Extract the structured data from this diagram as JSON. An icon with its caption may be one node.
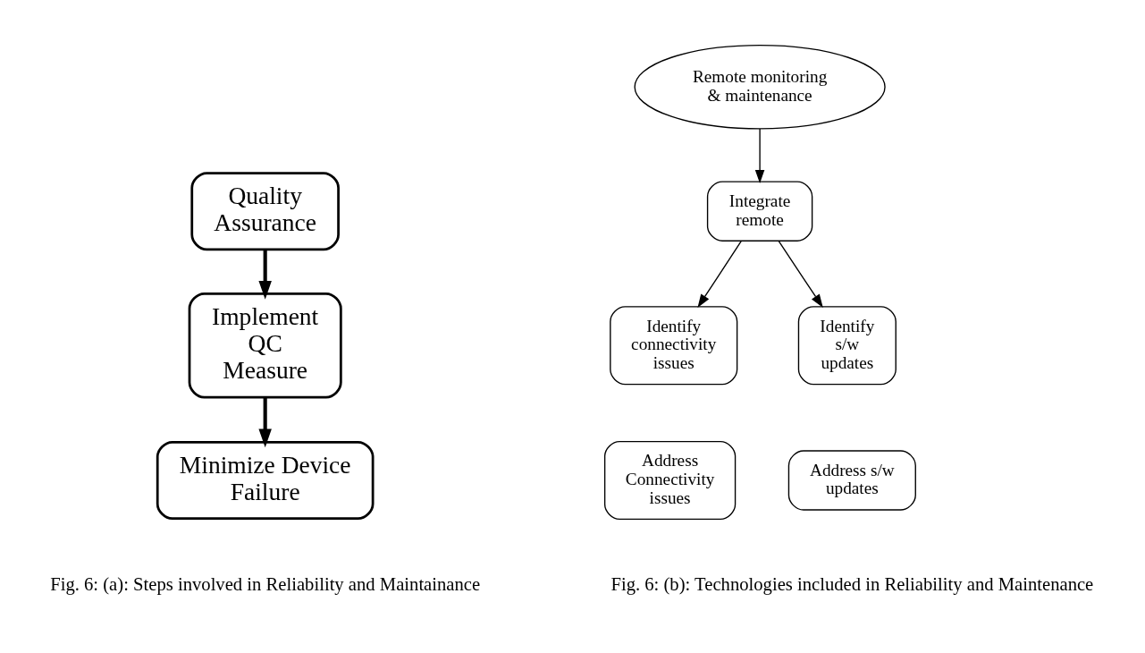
{
  "diagram": {
    "nodes": [
      {
        "text": [
          "Quality Assurance"
        ]
      },
      {
        "text": [
          "Implement QC Measure"
        ]
      },
      {
        "text": [
          "Minimize Device Failure"
        ]
      },
      {
        "text": [
          "Remote monitoring & maintenance"
        ]
      },
      {
        "text": [
          "Integrate remote"
        ]
      },
      {
        "text": [
          "Identify connectivity issues"
        ]
      },
      {
        "text": [
          "Identify s/w updates"
        ]
      },
      {
        "text": [
          "Address Connectivity issues"
        ]
      },
      {
        "text": [
          "Address s/w updates"
        ]
      }
    ],
    "edges": [
      {
        "from": 0,
        "to": 1,
        "arrow": "to",
        "style": "thick"
      },
      {
        "from": 1,
        "to": 2,
        "arrow": "to",
        "style": "thick"
      },
      {
        "from": 3,
        "to": 4,
        "arrow": "to"
      },
      {
        "from": 4,
        "to": 5,
        "arrow": "to"
      },
      {
        "from": 4,
        "to": 6,
        "arrow": "to"
      }
    ],
    "labels": [
      "Fig. 6: (a): Steps involved in Reliability and Maintainance",
      "Fig. 6: (b): Technologies included in Reliability and Maintenance"
    ]
  }
}
